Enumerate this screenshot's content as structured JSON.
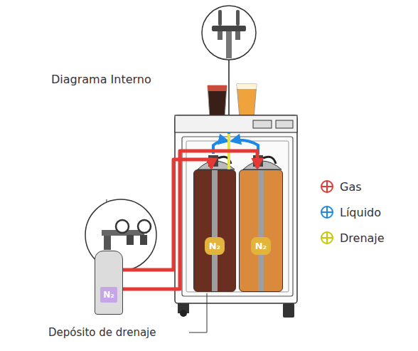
{
  "diagram": {
    "title": "Diagrama Interno",
    "nodes": [
      {
        "text": [
          "N₂"
        ]
      },
      {
        "text": [
          "N₂"
        ]
      },
      {
        "text": [
          "N₂"
        ]
      }
    ],
    "edges": [
      {
        "from": 0,
        "to": 1,
        "arrow": "to"
      },
      {
        "from": 0,
        "to": 2,
        "arrow": "to"
      }
    ],
    "labels": [
      "Depósito de drenaje"
    ],
    "legend": [
      {
        "text": "Gas",
        "color": "#e53935"
      },
      {
        "text": "Líquido",
        "color": "#1e88e5"
      },
      {
        "text": "Drenaje",
        "color": "#c8c800"
      }
    ]
  }
}
